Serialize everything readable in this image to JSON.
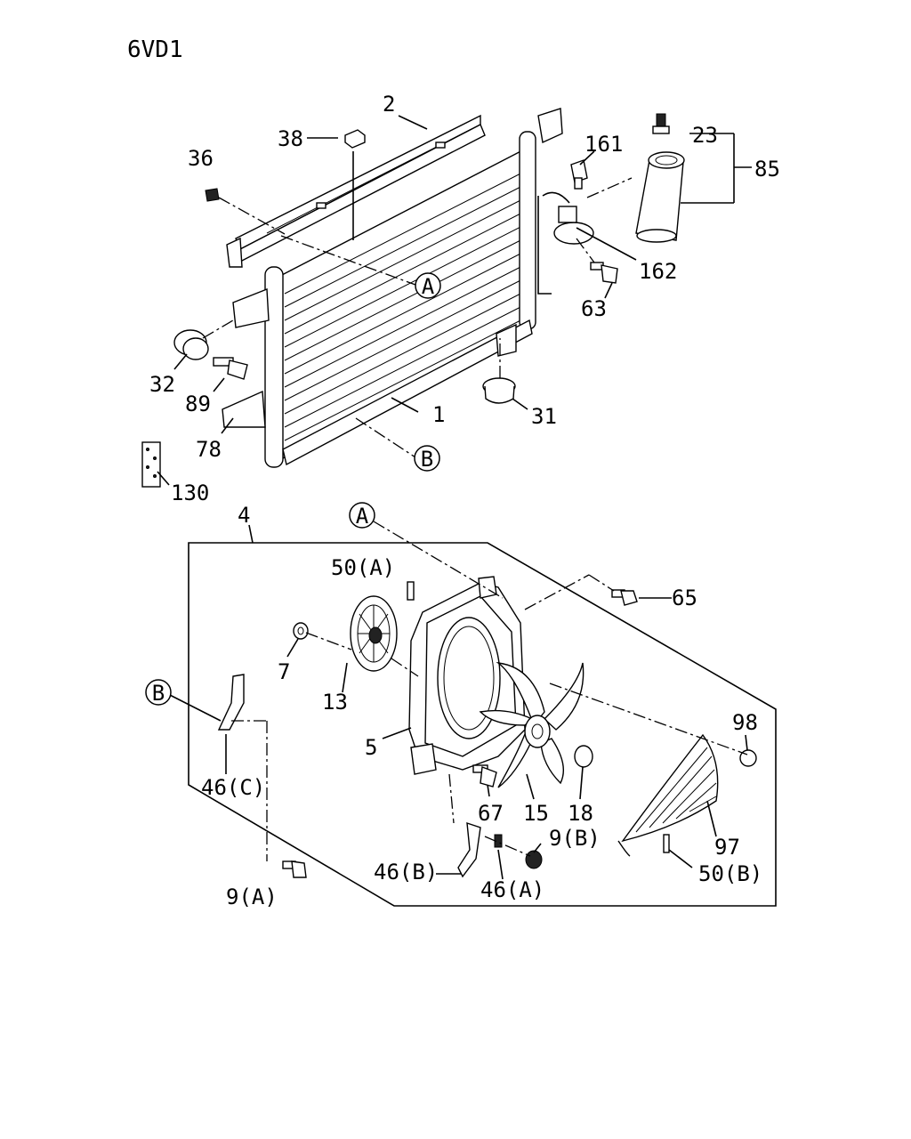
{
  "title": "6VD1",
  "callouts": {
    "A": "A",
    "B": "B"
  },
  "labels": {
    "p2": "2",
    "p38": "38",
    "p36": "36",
    "p161": "161",
    "p23": "23",
    "p85": "85",
    "p162": "162",
    "p63": "63",
    "p32": "32",
    "p89": "89",
    "p78": "78",
    "p130": "130",
    "p1": "1",
    "p31": "31",
    "p4": "4",
    "p50a": "50(A)",
    "p65": "65",
    "p7": "7",
    "p13": "13",
    "p5": "5",
    "p46c": "46(C)",
    "p98": "98",
    "p67": "67",
    "p15": "15",
    "p18": "18",
    "p9b": "9(B)",
    "p97": "97",
    "p46b": "46(B)",
    "p46a": "46(A)",
    "p50b": "50(B)",
    "p9a": "9(A)"
  }
}
